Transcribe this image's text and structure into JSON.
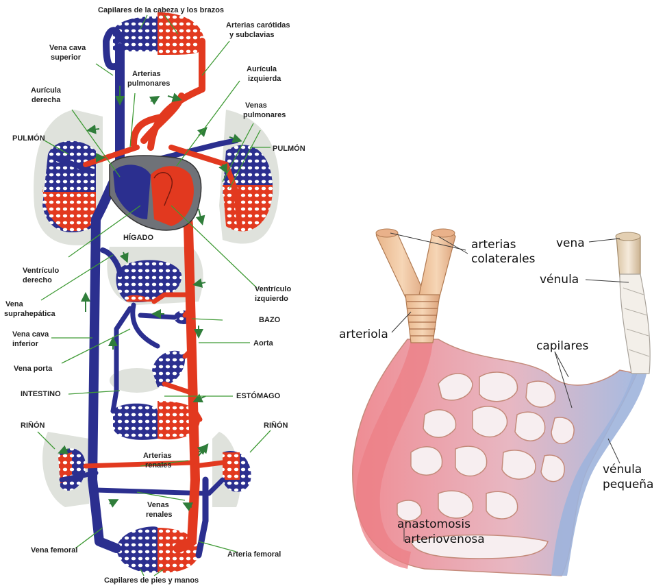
{
  "left_diagram": {
    "labels": {
      "capilares_cabeza": "Capilares de la cabeza y los brazos",
      "arterias_carotidas": "Arterias carótidas",
      "y_subclavias": "y subclavias",
      "vena_cava_superior_1": "Vena cava",
      "vena_cava_superior_2": "superior",
      "arterias_pulmonares_1": "Arterias",
      "arterias_pulmonares_2": "pulmonares",
      "auricula_izquierda_1": "Aurícula",
      "auricula_izquierda_2": "izquierda",
      "auricula_derecha_1": "Aurícula",
      "auricula_derecha_2": "derecha",
      "venas_pulmonares_1": "Venas",
      "venas_pulmonares_2": "pulmonares",
      "pulmon_izq": "PULMÓN",
      "pulmon_der": "PULMÓN",
      "higado": "HÍGADO",
      "ventriculo_derecho_1": "Ventrículo",
      "ventriculo_derecho_2": "derecho",
      "ventriculo_izquierdo_1": "Ventrículo",
      "ventriculo_izquierdo_2": "izquierdo",
      "vena_suprahepatica_1": "Vena",
      "vena_suprahepatica_2": "suprahepática",
      "bazo": "BAZO",
      "vena_cava_inferior_1": "Vena cava",
      "vena_cava_inferior_2": "inferior",
      "aorta": "Aorta",
      "vena_porta": "Vena porta",
      "intestino": "INTESTINO",
      "estomago": "ESTÓMAGO",
      "rinon_izq": "RIÑÓN",
      "rinon_der": "RIÑÓN",
      "arterias_renales_1": "Arterias",
      "arterias_renales_2": "renales",
      "venas_renales_1": "Venas",
      "venas_renales_2": "renales",
      "vena_femoral": "Vena femoral",
      "arteria_femoral": "Arteria femoral",
      "capilares_pies": "Capilares de pies y manos"
    }
  },
  "right_diagram": {
    "labels": {
      "arterias_colaterales_1": "arterias",
      "arterias_colaterales_2": "colaterales",
      "vena": "vena",
      "venula": "vénula",
      "arteriola": "arteriola",
      "capilares": "capilares",
      "venula_pequena_1": "vénula",
      "venula_pequena_2": "pequeña",
      "anastomosis_1": "anastomosis",
      "anastomosis_2": "arteriovenosa"
    }
  },
  "colors": {
    "vein": "#2b2f8f",
    "artery": "#e2391f",
    "organ_shadow": "#dfe2dc",
    "leader": "#3f9a35",
    "capillary_pink": "#f2b3b6",
    "venule_blue": "#9fb4dc"
  }
}
